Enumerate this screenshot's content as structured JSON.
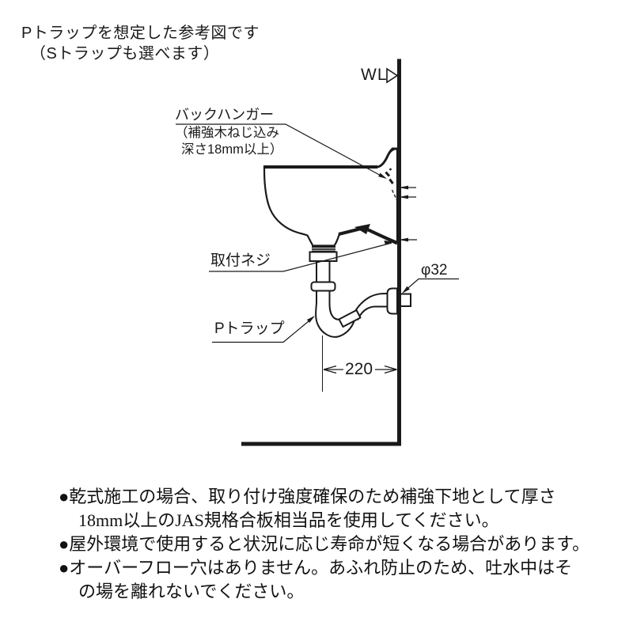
{
  "page": {
    "background": "#ffffff",
    "line_color": "#1a1a1a"
  },
  "title": {
    "line1": "Pトラップを想定した参考図です",
    "line2": "（Sトラップも選べます）"
  },
  "diagram": {
    "wall_line_label": "WL",
    "back_hanger": {
      "label": "バックハンガー",
      "note_line1": "（補強木ねじ込み",
      "note_line2": "深さ18mm以上）"
    },
    "mounting_screw_label": "取付ネジ",
    "p_trap_label": "Pトラップ",
    "outlet_diameter_label": "φ32",
    "drain_to_wall_distance": "220"
  },
  "notes": {
    "line1": "●乾式施工の場合、取り付け強度確保のため補強下地として厚さ",
    "line2": "18mm以上のJAS規格合板相当品を使用してください。",
    "line3": "●屋外環境で使用すると状況に応じ寿命が短くなる場合があります。",
    "line4": "●オーバーフロー穴はありません。あふれ防止のため、吐水中はそ",
    "line5": "の場を離れないでください。"
  }
}
